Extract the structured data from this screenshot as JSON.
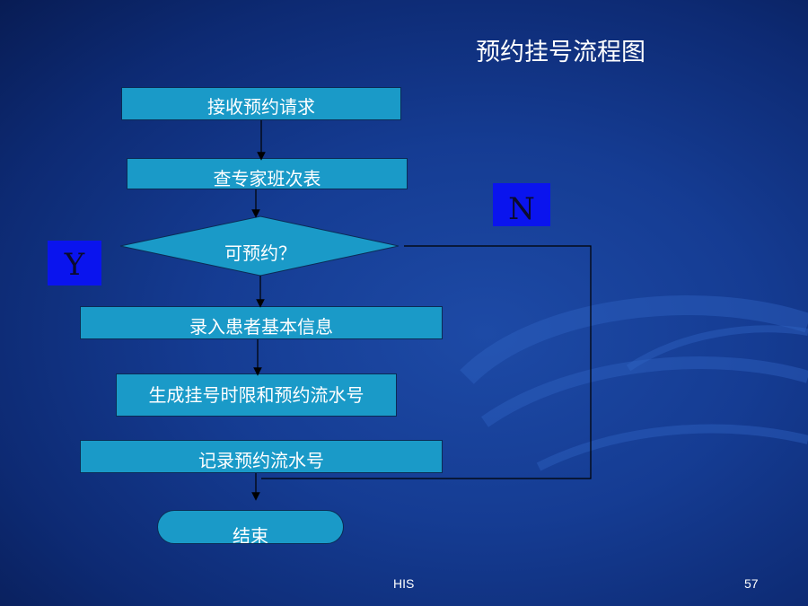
{
  "title": "预约挂号流程图",
  "steps": {
    "receive": "接收预约请求",
    "check_schedule": "查专家班次表",
    "decision": "可预约？",
    "enter_info": "录入患者基本信息",
    "generate": "生成挂号时限和预约流水号",
    "record": "记录预约流水号",
    "end": "结束"
  },
  "labels": {
    "yes": "Y",
    "no": "N"
  },
  "footer": {
    "left": "HIS",
    "page": "57"
  },
  "colors": {
    "background": "#153c93",
    "box_fill": "#1a9ac8",
    "label_box": "#0a14ee",
    "text": "#ffffff"
  }
}
